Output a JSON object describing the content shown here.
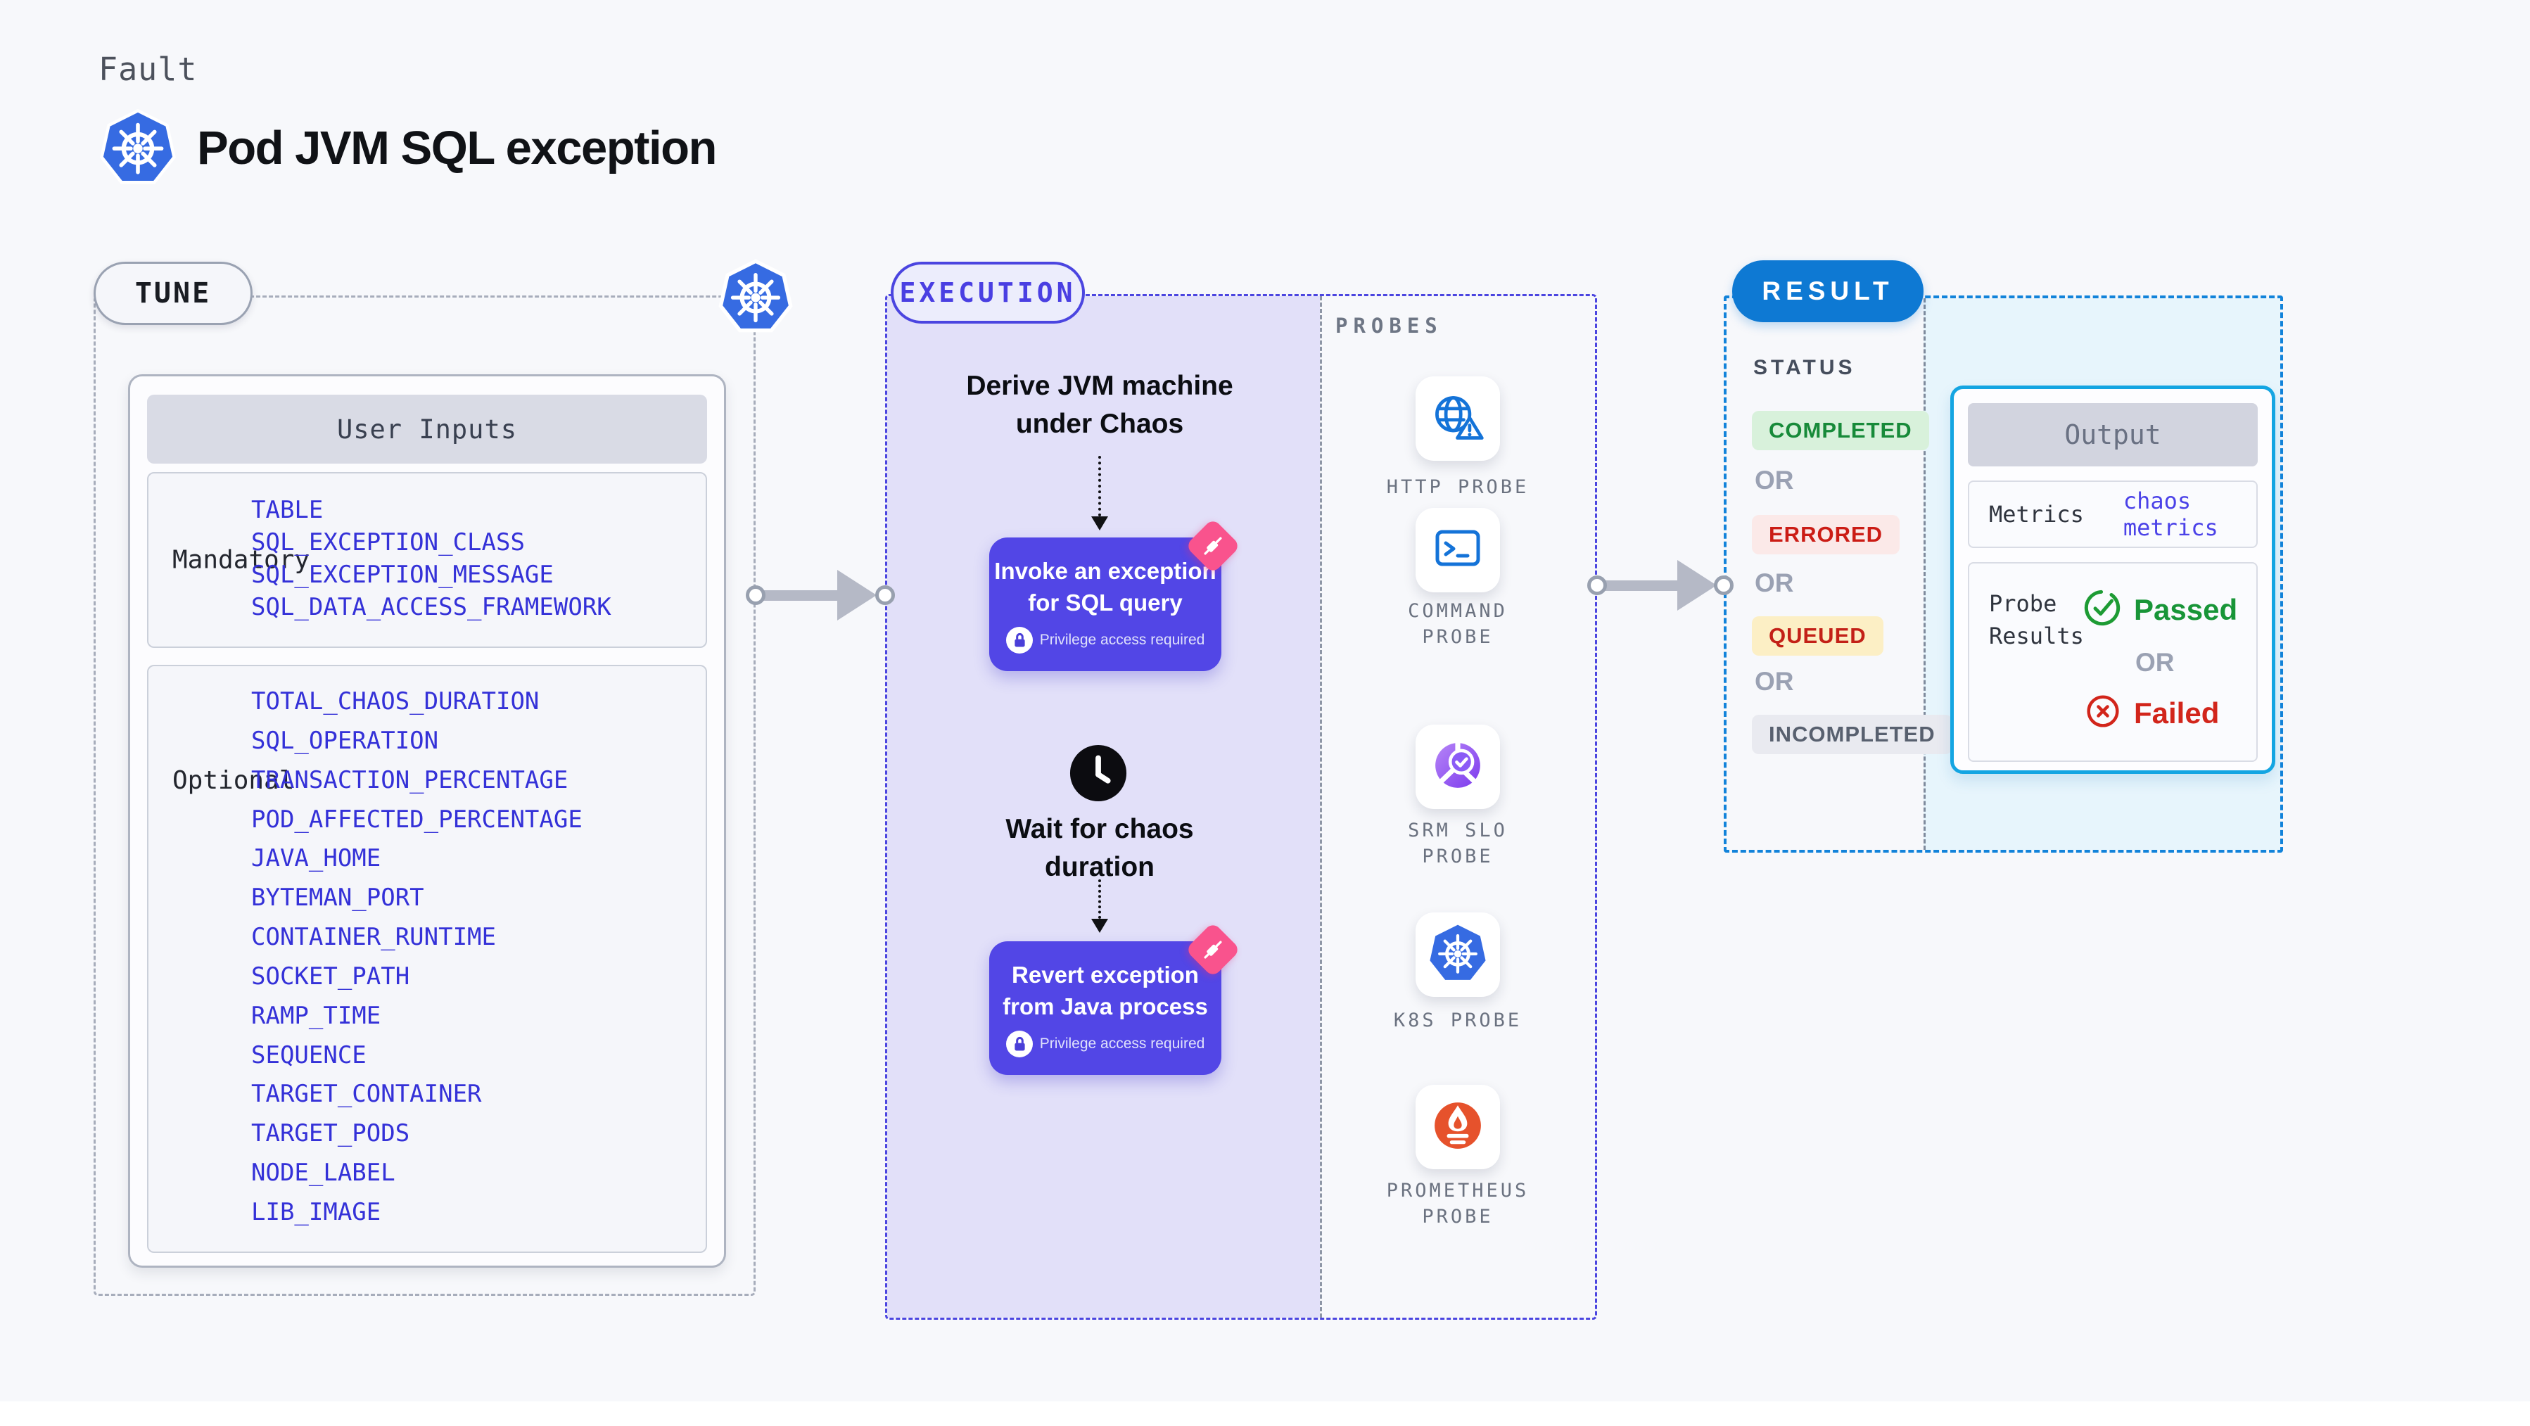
{
  "header": {
    "eyebrow": "Fault",
    "title": "Pod JVM SQL exception"
  },
  "tune": {
    "badge": "TUNE",
    "table": {
      "header": "User Inputs",
      "mandatory": {
        "label": "Mandatory",
        "items": [
          "TABLE",
          "SQL_EXCEPTION_CLASS",
          "SQL_EXCEPTION_MESSAGE",
          "SQL_DATA_ACCESS_FRAMEWORK"
        ]
      },
      "optional": {
        "label": "Optional",
        "items": [
          "TOTAL_CHAOS_DURATION",
          "SQL_OPERATION",
          "TRANSACTION_PERCENTAGE",
          "POD_AFFECTED_PERCENTAGE",
          "JAVA_HOME",
          "BYTEMAN_PORT",
          "CONTAINER_RUNTIME",
          "SOCKET_PATH",
          "RAMP_TIME",
          "SEQUENCE",
          "TARGET_CONTAINER",
          "TARGET_PODS",
          "NODE_LABEL",
          "LIB_IMAGE"
        ]
      }
    }
  },
  "execution": {
    "badge": "EXECUTION",
    "steps": {
      "derive": {
        "line1": "Derive JVM machine",
        "line2": "under Chaos"
      },
      "invoke": {
        "line1": "Invoke an exception",
        "line2": "for SQL query",
        "note": "Privilege access required"
      },
      "wait": {
        "line1": "Wait for chaos",
        "line2": "duration"
      },
      "revert": {
        "line1": "Revert exception",
        "line2": "from Java process",
        "note": "Privilege access required"
      }
    },
    "probes": {
      "label": "PROBES",
      "items": [
        {
          "line1": "HTTP PROBE",
          "icon": "http-globe-alert-icon"
        },
        {
          "line1": "COMMAND",
          "line2": "PROBE",
          "icon": "command-terminal-icon"
        },
        {
          "line1": "SRM SLO",
          "line2": "PROBE",
          "icon": "srm-slo-gauge-icon"
        },
        {
          "line1": "K8S PROBE",
          "icon": "kubernetes-icon"
        },
        {
          "line1": "PROMETHEUS",
          "line2": "PROBE",
          "icon": "prometheus-icon"
        }
      ]
    }
  },
  "result": {
    "badge": "RESULT",
    "status": {
      "label": "STATUS",
      "separator": "OR",
      "values": [
        "COMPLETED",
        "ERRORED",
        "QUEUED",
        "INCOMPLETED"
      ]
    },
    "output": {
      "header": "Output",
      "metrics": {
        "label": "Metrics",
        "value": "chaos metrics"
      },
      "probe_results": {
        "label_line1": "Probe",
        "label_line2": "Results",
        "passed": "Passed",
        "separator": "OR",
        "failed": "Failed"
      }
    }
  },
  "colors": {
    "page_bg": "#f7f8fb",
    "accent_indigo": "#4b45e0",
    "node_indigo": "#5246e6",
    "exec_fill": "#e2e0f9",
    "chaos_pink": "#f9538d",
    "result_blue": "#0e79d3",
    "output_border_cyan": "#14a5e2",
    "result_fill": "#e7f5fc",
    "param_blue": "#3431d8",
    "link_blue": "#4b42e8",
    "passed_green": "#189538",
    "failed_red": "#d2251b",
    "completed_green": "#178a39",
    "errored_red": "#cb1c15",
    "queued_yellow_bg": "#fcefc5",
    "kubernetes_blue": "#366be2",
    "prometheus_orange": "#e6522c"
  }
}
